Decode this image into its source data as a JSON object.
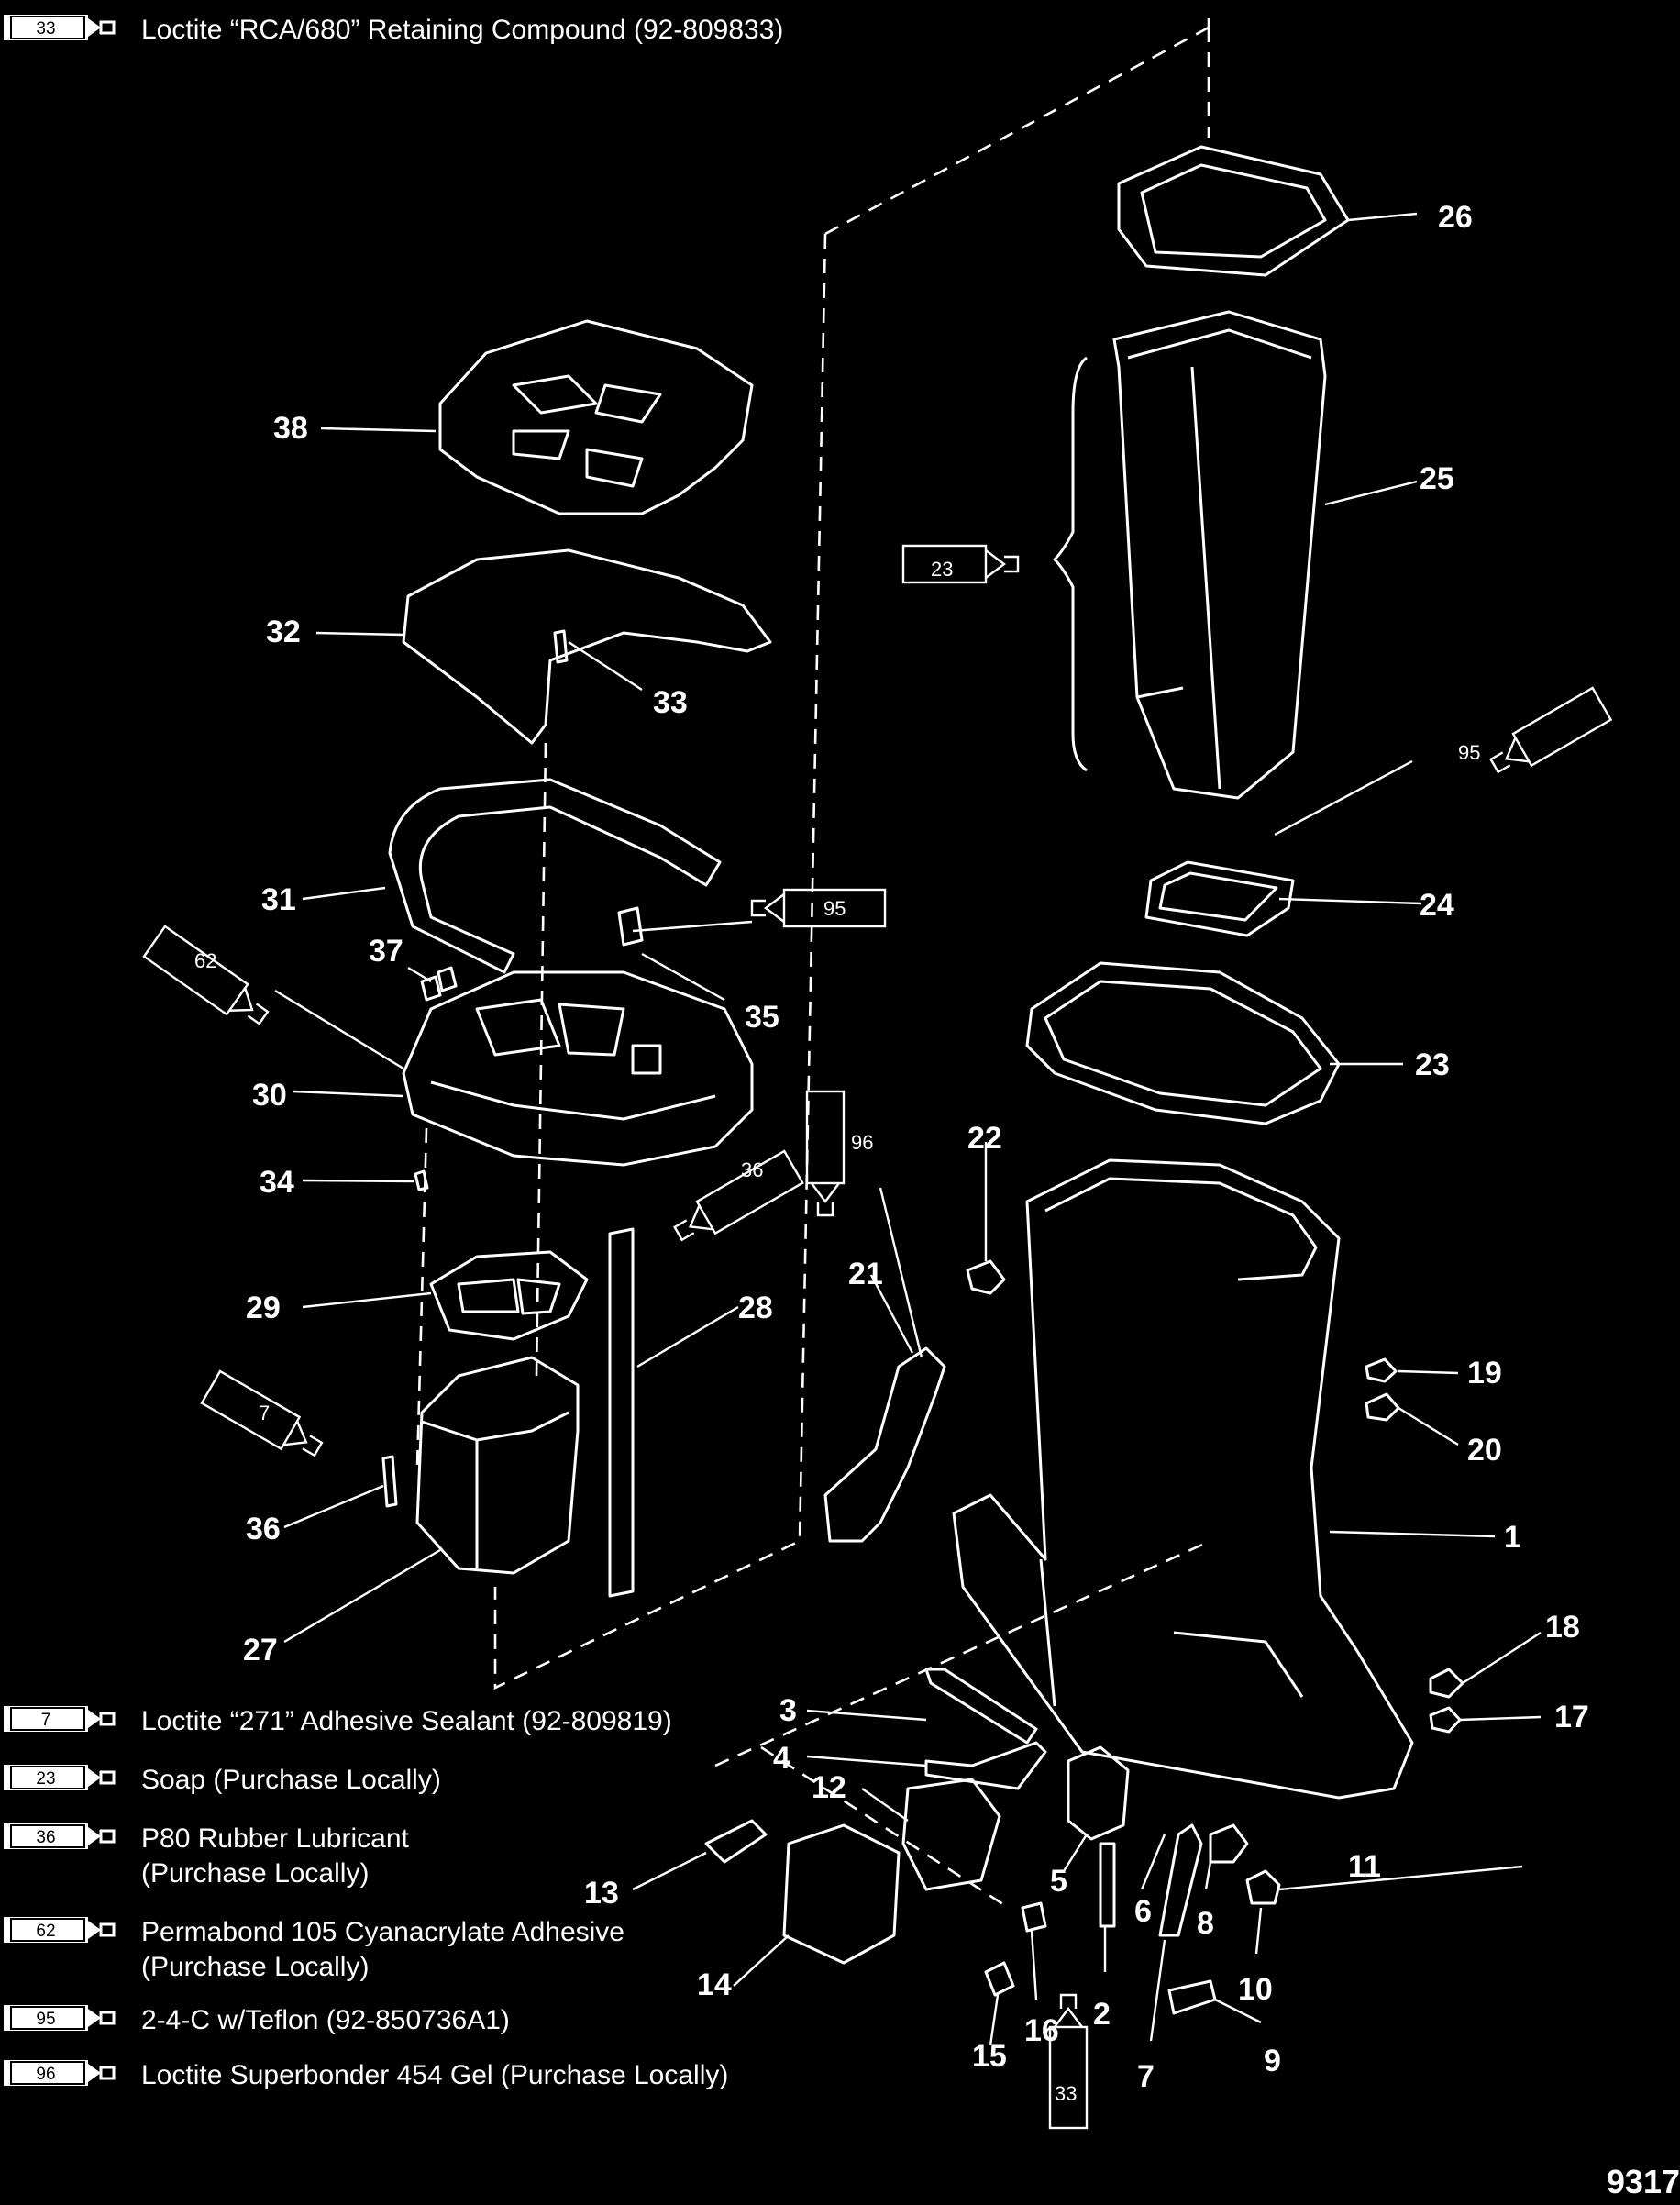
{
  "legend": {
    "top": {
      "tube": "33",
      "text": "Loctite “RCA/680” Retaining Compound (92-809833)"
    },
    "bottom": [
      {
        "tube": "7",
        "text": "Loctite “271” Adhesive Sealant (92-809819)"
      },
      {
        "tube": "23",
        "text": "Soap (Purchase Locally)"
      },
      {
        "tube": "36",
        "text": "P80 Rubber Lubricant\n(Purchase Locally)"
      },
      {
        "tube": "62",
        "text": "Permabond 105 Cyanacrylate Adhesive\n(Purchase Locally)"
      },
      {
        "tube": "95",
        "text": "2-4-C w/Teflon (92-850736A1)"
      },
      {
        "tube": "96",
        "text": "Loctite Superbonder 454 Gel (Purchase Locally)"
      }
    ]
  },
  "callouts": [
    "26",
    "25",
    "38",
    "32",
    "33",
    "24",
    "31",
    "37",
    "35",
    "62",
    "30",
    "23",
    "22",
    "34",
    "36",
    "96",
    "21",
    "29",
    "28",
    "19",
    "20",
    "7",
    "1",
    "36",
    "27",
    "18",
    "3",
    "17",
    "4",
    "12",
    "13",
    "11",
    "5",
    "6",
    "8",
    "14",
    "10",
    "2",
    "16",
    "15",
    "7",
    "9",
    "33",
    "95",
    "23"
  ],
  "tubes_in_diagram": [
    "23",
    "95",
    "95",
    "62",
    "36",
    "96",
    "7",
    "33"
  ],
  "page_id": "9317"
}
